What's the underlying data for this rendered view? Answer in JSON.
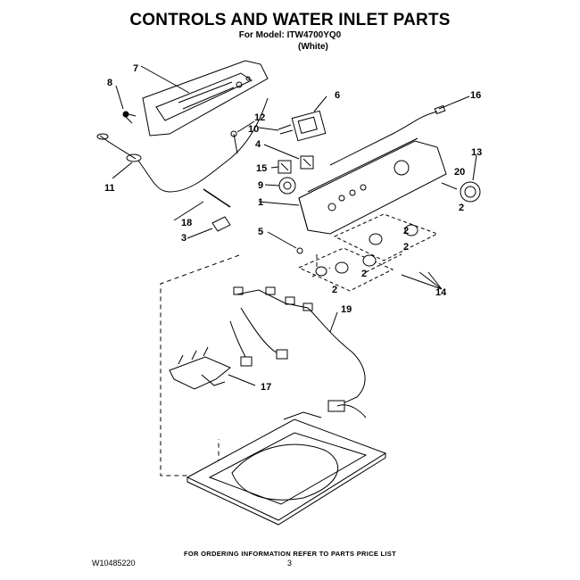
{
  "header": {
    "title": "CONTROLS AND WATER INLET PARTS",
    "model_line": "For Model: ITW4700YQ0",
    "color_line": "(White)"
  },
  "footer": {
    "ordering_note": "FOR ORDERING INFORMATION REFER TO PARTS PRICE LIST",
    "document_number": "W10485220",
    "page_number": "3"
  },
  "callouts": {
    "c1": "1",
    "c2a": "2",
    "c2b": "2",
    "c2c": "2",
    "c2d": "2",
    "c2e": "2",
    "c3": "3",
    "c4": "4",
    "c5": "5",
    "c6": "6",
    "c7": "7",
    "c8": "8",
    "c9": "9",
    "c10": "10",
    "c11": "11",
    "c12": "12",
    "c13": "13",
    "c14": "14",
    "c15": "15",
    "c16": "16",
    "c17": "17",
    "c18": "18",
    "c19": "19",
    "c20": "20"
  }
}
